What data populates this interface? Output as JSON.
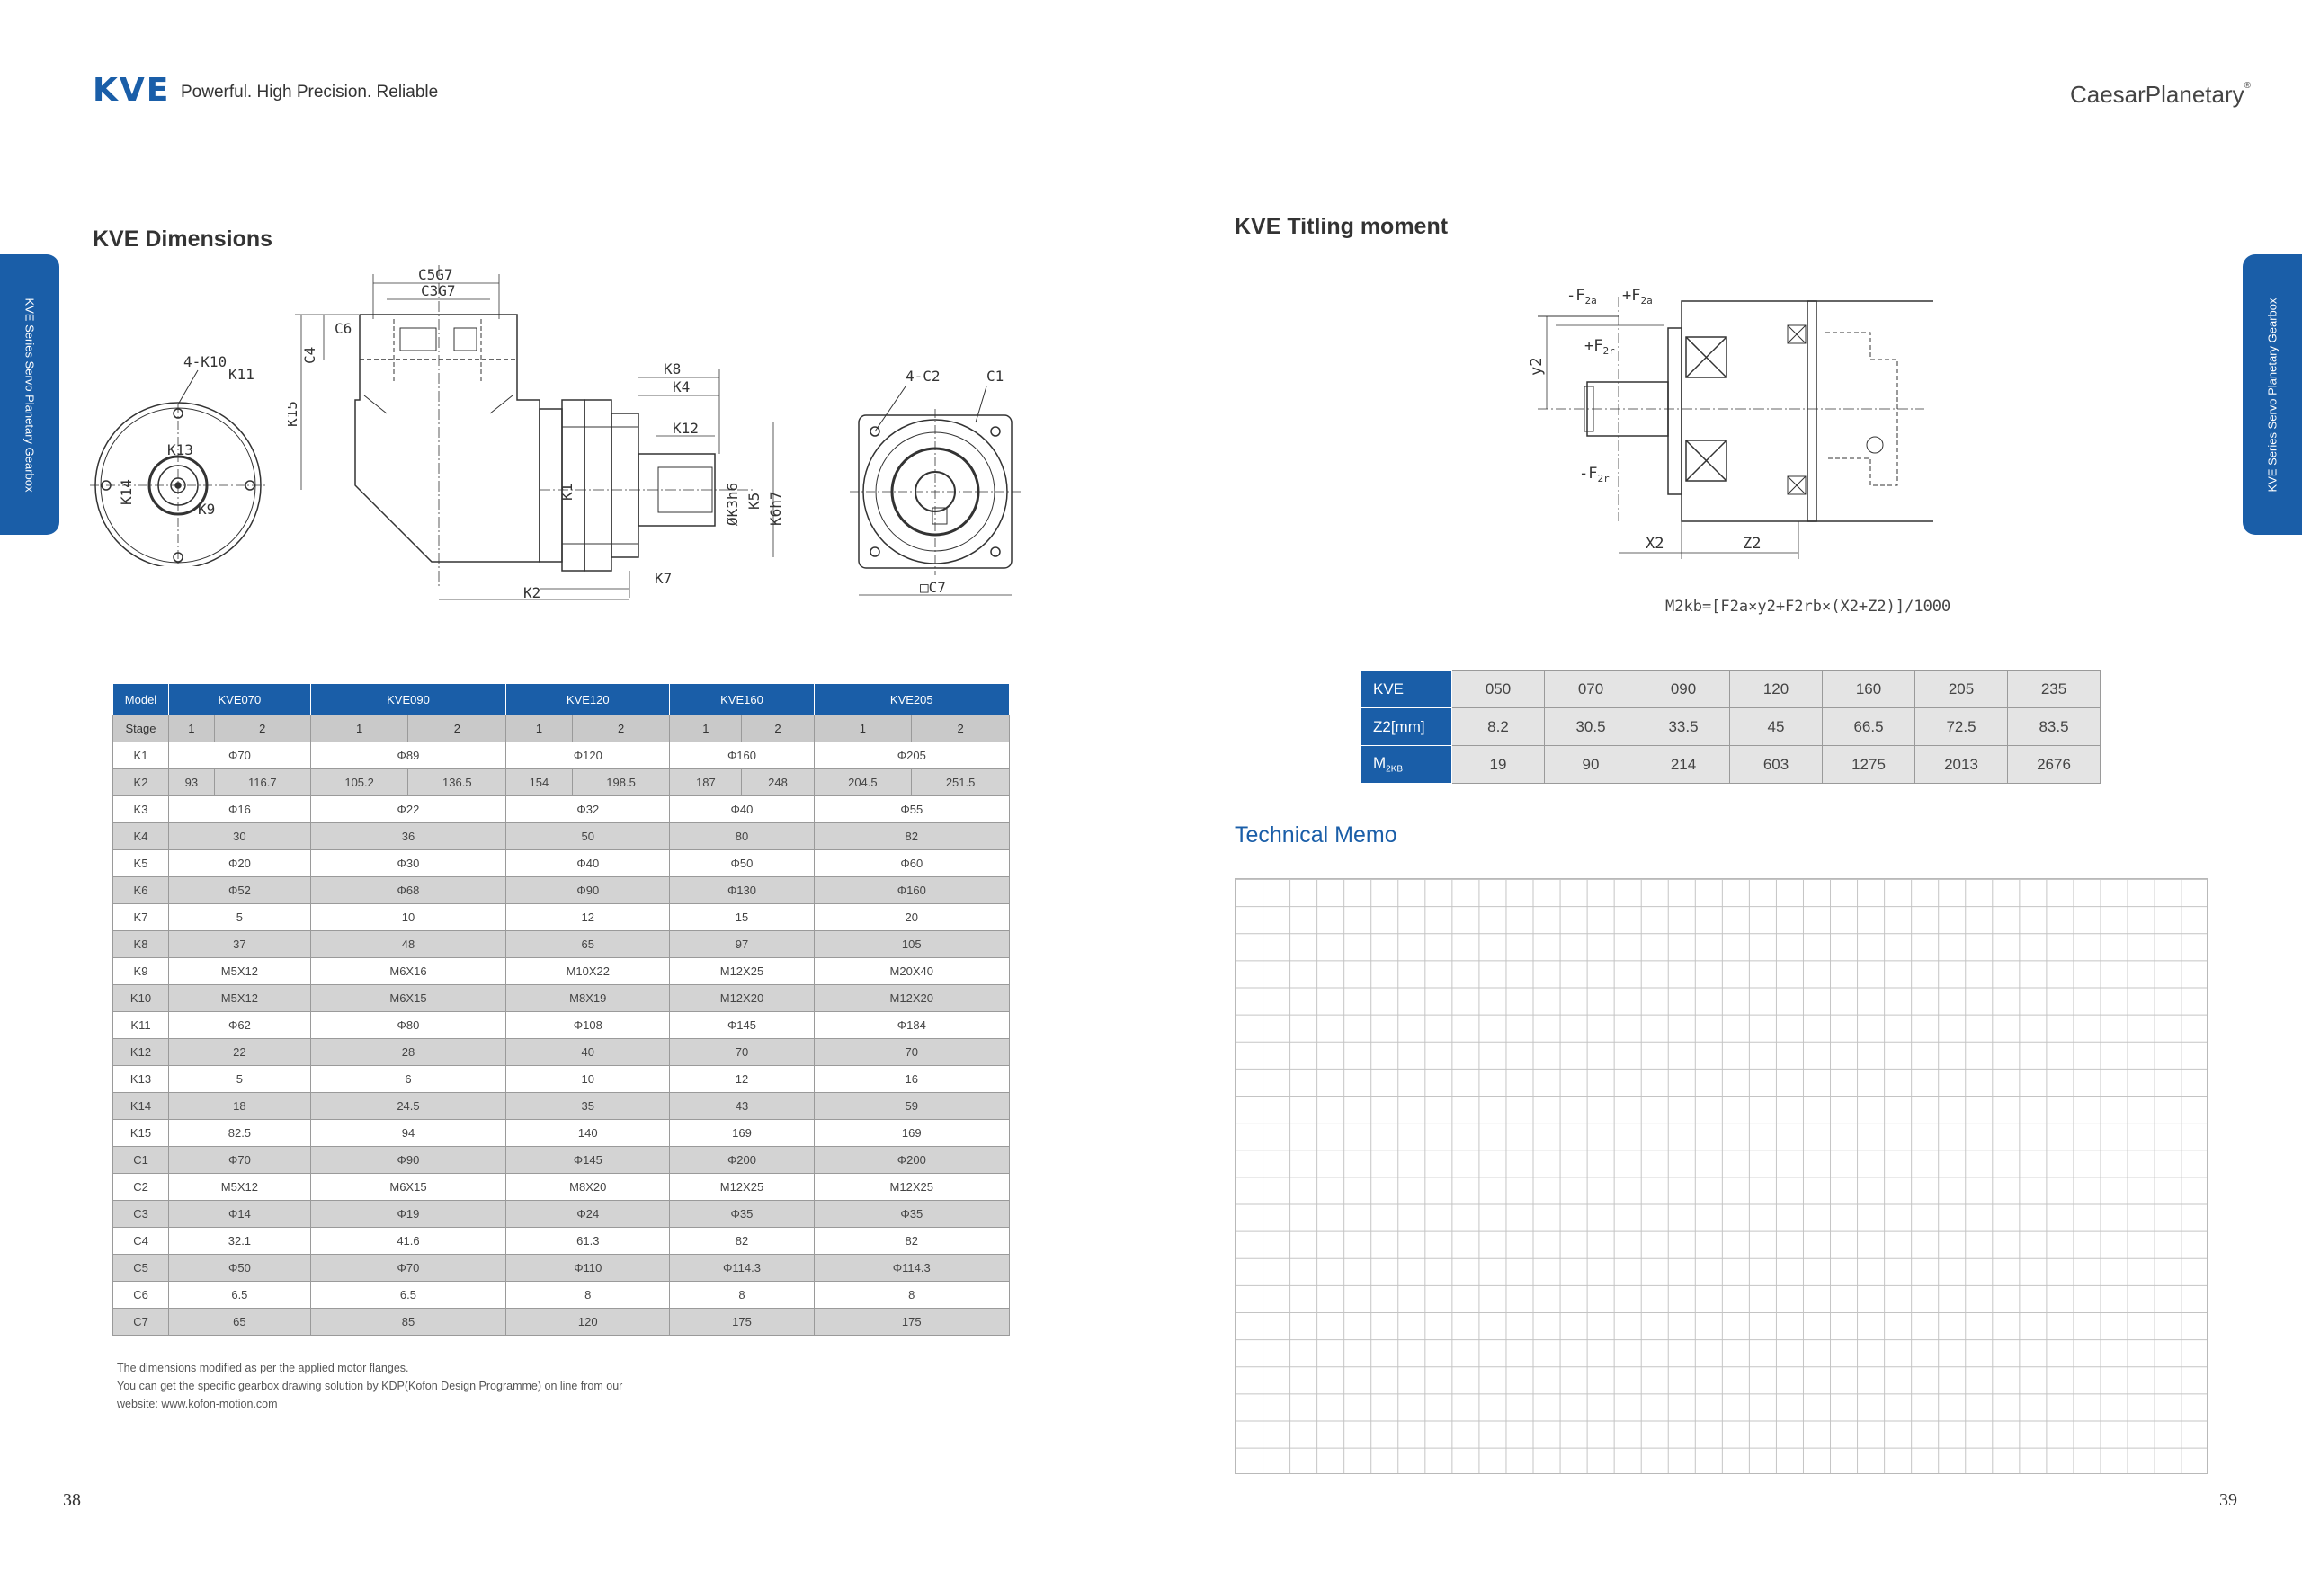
{
  "header": {
    "brand": "KVE",
    "tagline": "Powerful. High Precision. Reliable",
    "logo": "CaesarPlanetary",
    "logo_mark": "®"
  },
  "side_tab": "KVE Series Servo Planetary Gearbox",
  "left": {
    "title": "KVE Dimensions",
    "drawing_labels": {
      "k10": "4-K10",
      "k11": "K11",
      "k13": "K13",
      "k14": "K14",
      "k9": "K9",
      "c5": "C5G7",
      "c3": "C3G7",
      "c4": "C4",
      "c6": "C6",
      "k15": "K15",
      "k8": "K8",
      "k4": "K4",
      "k12": "K12",
      "k3": "ØK3h6",
      "k5": "K5",
      "k6": "K6h7",
      "k1": "K1",
      "k7": "K7",
      "k2": "K2",
      "c2": "4-C2",
      "c1": "C1",
      "c7": "□C7"
    },
    "table": {
      "model_label": "Model",
      "models": [
        "KVE070",
        "KVE090",
        "KVE120",
        "KVE160",
        "KVE205"
      ],
      "stage_label": "Stage",
      "stages": [
        "1",
        "2"
      ],
      "rows": [
        {
          "label": "K1",
          "values": [
            "Φ70",
            "Φ89",
            "Φ120",
            "Φ160",
            "Φ205"
          ]
        },
        {
          "label": "K2",
          "values": [
            "93",
            "116.7",
            "105.2",
            "136.5",
            "154",
            "198.5",
            "187",
            "248",
            "204.5",
            "251.5"
          ]
        },
        {
          "label": "K3",
          "values": [
            "Φ16",
            "Φ22",
            "Φ32",
            "Φ40",
            "Φ55"
          ]
        },
        {
          "label": "K4",
          "values": [
            "30",
            "36",
            "50",
            "80",
            "82"
          ]
        },
        {
          "label": "K5",
          "values": [
            "Φ20",
            "Φ30",
            "Φ40",
            "Φ50",
            "Φ60"
          ]
        },
        {
          "label": "K6",
          "values": [
            "Φ52",
            "Φ68",
            "Φ90",
            "Φ130",
            "Φ160"
          ]
        },
        {
          "label": "K7",
          "values": [
            "5",
            "10",
            "12",
            "15",
            "20"
          ]
        },
        {
          "label": "K8",
          "values": [
            "37",
            "48",
            "65",
            "97",
            "105"
          ]
        },
        {
          "label": "K9",
          "values": [
            "M5X12",
            "M6X16",
            "M10X22",
            "M12X25",
            "M20X40"
          ]
        },
        {
          "label": "K10",
          "values": [
            "M5X12",
            "M6X15",
            "M8X19",
            "M12X20",
            "M12X20"
          ]
        },
        {
          "label": "K11",
          "values": [
            "Φ62",
            "Φ80",
            "Φ108",
            "Φ145",
            "Φ184"
          ]
        },
        {
          "label": "K12",
          "values": [
            "22",
            "28",
            "40",
            "70",
            "70"
          ]
        },
        {
          "label": "K13",
          "values": [
            "5",
            "6",
            "10",
            "12",
            "16"
          ]
        },
        {
          "label": "K14",
          "values": [
            "18",
            "24.5",
            "35",
            "43",
            "59"
          ]
        },
        {
          "label": "K15",
          "values": [
            "82.5",
            "94",
            "140",
            "169",
            "169"
          ]
        },
        {
          "label": "C1",
          "values": [
            "Φ70",
            "Φ90",
            "Φ145",
            "Φ200",
            "Φ200"
          ]
        },
        {
          "label": "C2",
          "values": [
            "M5X12",
            "M6X15",
            "M8X20",
            "M12X25",
            "M12X25"
          ]
        },
        {
          "label": "C3",
          "values": [
            "Φ14",
            "Φ19",
            "Φ24",
            "Φ35",
            "Φ35"
          ]
        },
        {
          "label": "C4",
          "values": [
            "32.1",
            "41.6",
            "61.3",
            "82",
            "82"
          ]
        },
        {
          "label": "C5",
          "values": [
            "Φ50",
            "Φ70",
            "Φ110",
            "Φ114.3",
            "Φ114.3"
          ]
        },
        {
          "label": "C6",
          "values": [
            "6.5",
            "6.5",
            "8",
            "8",
            "8"
          ]
        },
        {
          "label": "C7",
          "values": [
            "65",
            "85",
            "120",
            "175",
            "175"
          ]
        }
      ]
    },
    "footnote": [
      "The dimensions modified as per the applied motor flanges.",
      "You can get the specific gearbox drawing solution by KDP(Kofon Design Programme) on line from our",
      "website: www.kofon-motion.com"
    ],
    "page_number": "38"
  },
  "right": {
    "title": "KVE Titling moment",
    "drawing_labels": {
      "f2a_neg": "-F",
      "f2a_pos": "+F",
      "sub_2a": "2a",
      "f2r_pos": "+F",
      "f2r_neg": "-F",
      "sub_2r": "2r",
      "y2": "y2",
      "x2": "X2",
      "z2": "Z2"
    },
    "formula": "M2kb=[F2a×y2+F2rb×(X2+Z2)]/1000",
    "table": {
      "header_label": "KVE",
      "models": [
        "050",
        "070",
        "090",
        "120",
        "160",
        "205",
        "235"
      ],
      "z2_label": "Z2[mm]",
      "z2": [
        "8.2",
        "30.5",
        "33.5",
        "45",
        "66.5",
        "72.5",
        "83.5"
      ],
      "m_label": "M",
      "m_sub": "2KB",
      "m": [
        "19",
        "90",
        "214",
        "603",
        "1275",
        "2013",
        "2676"
      ]
    },
    "memo_title": "Technical Memo",
    "page_number": "39"
  }
}
